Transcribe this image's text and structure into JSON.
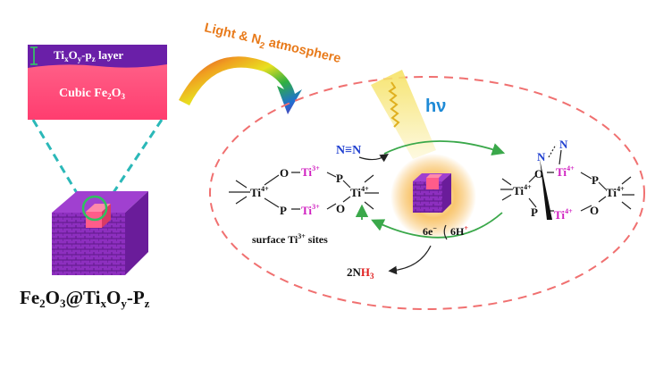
{
  "inset": {
    "layer_prefix": "Ti",
    "layer_x": "x",
    "layer_o": "O",
    "layer_y": "y",
    "layer_p": "-p",
    "layer_z": "z",
    "layer_suffix": " layer",
    "core_label": "Cubic  Fe",
    "core_sub2": "2",
    "core_o": "O",
    "core_sub3": "3"
  },
  "particle_label": {
    "fe": "Fe",
    "s2": "2",
    "o3": "O",
    "s3": "3",
    "at": "@Ti",
    "x": "x",
    "o": "O",
    "y": "y",
    "p": "-P",
    "z": "z"
  },
  "arc_label": {
    "part1": "Light & N",
    "sub": "2",
    "part2": " atmosphere"
  },
  "hv_label": "hν",
  "n2_label": "N≡N",
  "left_complex": {
    "ti_a": "Ti",
    "ti_a_ch": "4+",
    "o_top": "O",
    "ti3_top": "Ti",
    "ti3_top_ch": "3+",
    "p_top": "P",
    "ti_b": "Ti",
    "ti_b_ch": "4+",
    "p_bot": "P",
    "ti3_bot": "Ti",
    "ti3_bot_ch": "3+",
    "o_bot": "O"
  },
  "surface_sites": {
    "text": "surface Ti",
    "charge": "3+",
    "suffix": " sites"
  },
  "electrons": {
    "e": "6e",
    "e_sup": "−",
    "h": "6H",
    "h_sup": "+"
  },
  "nh3": {
    "n": "2N",
    "h": "H",
    "sub": "3"
  },
  "right_complex": {
    "n_top": "N",
    "n_left": "N",
    "ti_a": "Ti",
    "ti_a_ch": "4+",
    "o_top": "O",
    "ti4_top": "Ti",
    "ti4_top_ch": "4+",
    "p_top": "P",
    "ti_b": "Ti",
    "ti_b_ch": "4+",
    "p_bot": "P",
    "ti4_bot": "Ti",
    "ti4_bot_ch": "4+",
    "o_bot": "O"
  },
  "colors": {
    "layer": "#6a1fa8",
    "core": "#ff4f7d",
    "cube_shell": "#8a2ab8",
    "cube_core": "#ff5c8a",
    "dashed_ellipse": "#f07070",
    "teal_dash": "#2bb8b8",
    "cycle_green": "#3aa84a",
    "hv_blue": "#1e8ad6",
    "arc_text": "#e87a1a",
    "magenta": "#d020c0",
    "blue_n": "#2040d0",
    "red_h": "#e02020",
    "glow": "#f5a623",
    "ray": "#e0b020"
  }
}
